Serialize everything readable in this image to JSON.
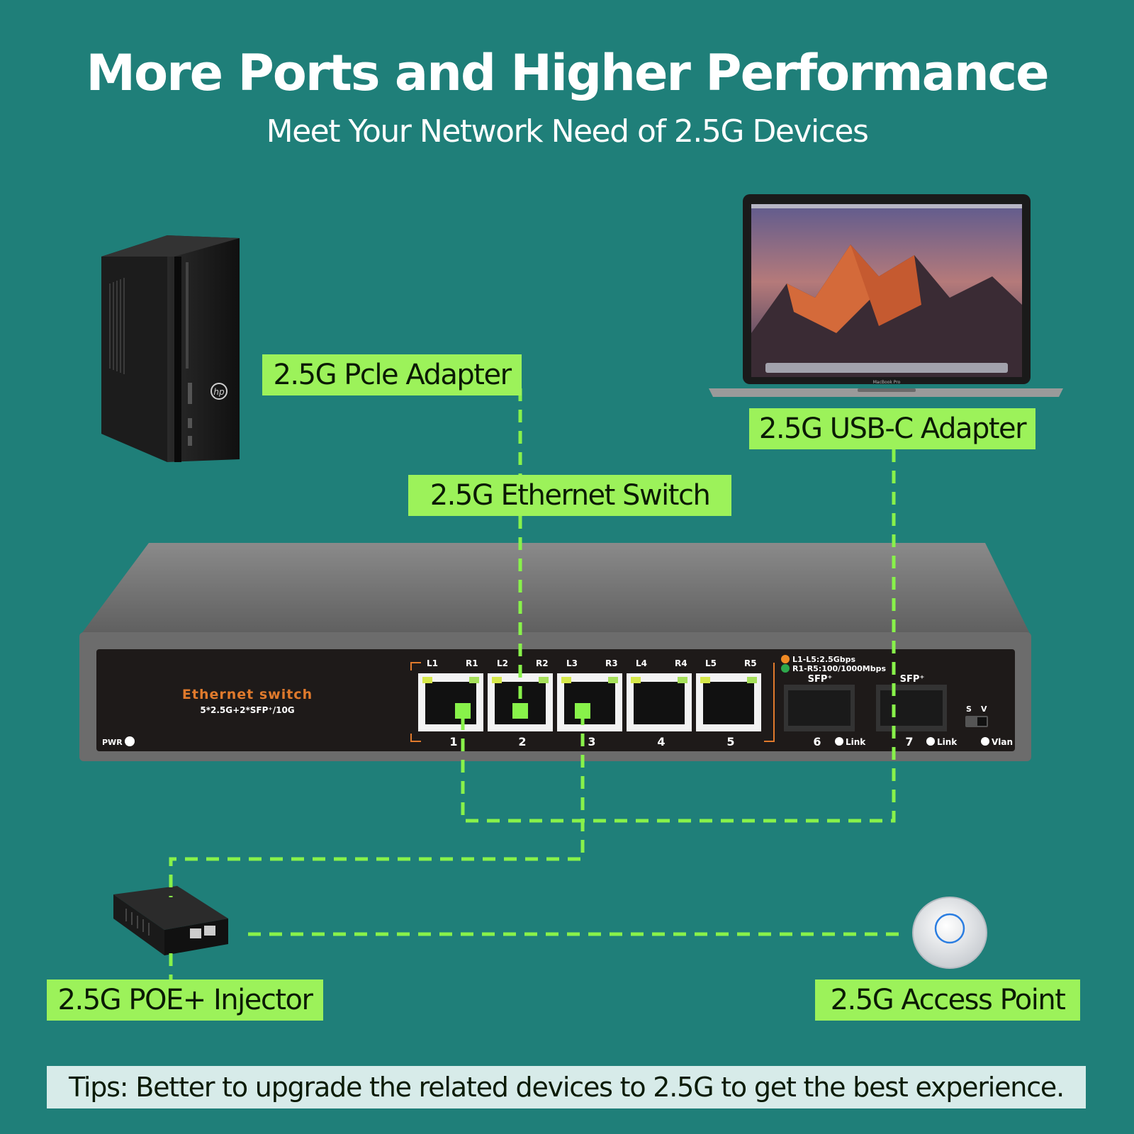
{
  "header": {
    "title": "More Ports and Higher Performance",
    "subtitle": "Meet Your Network Need of 2.5G Devices"
  },
  "labels": {
    "pcie": "2.5G Pcle Adapter",
    "usbc": "2.5G USB-C Adapter",
    "switch": "2.5G Ethernet Switch",
    "poe": "2.5G POE+ Injector",
    "ap": "2.5G Access Point"
  },
  "switch_panel": {
    "brand": "Ethernet switch",
    "spec": "5*2.5G+2*SFP⁺/10G",
    "pwr": "PWR",
    "led_labels": [
      "L1",
      "R1",
      "L2",
      "R2",
      "L3",
      "R3",
      "L4",
      "R4",
      "L5",
      "R5"
    ],
    "port_numbers": [
      "1",
      "2",
      "3",
      "4",
      "5",
      "6",
      "7"
    ],
    "legend_orange": "L1-L5:2.5Gbps",
    "legend_green": "R1-R5:100/1000Mbps",
    "sfp": "SFP⁺",
    "link": "Link",
    "vlan": "Vlan",
    "switch_s": "S",
    "switch_v": "V"
  },
  "devices": {
    "pc_logo": "hp",
    "laptop_name": "MacBook Pro"
  },
  "colors": {
    "background": "#1f7f79",
    "label_green": "#9cf25a",
    "line_green": "#88f24a",
    "switch_body": "#6f6f6f",
    "panel": "#1e1a19",
    "brand_orange": "#e07a2c"
  },
  "tips": "Tips: Better to upgrade the related devices to 2.5G to get the best experience."
}
